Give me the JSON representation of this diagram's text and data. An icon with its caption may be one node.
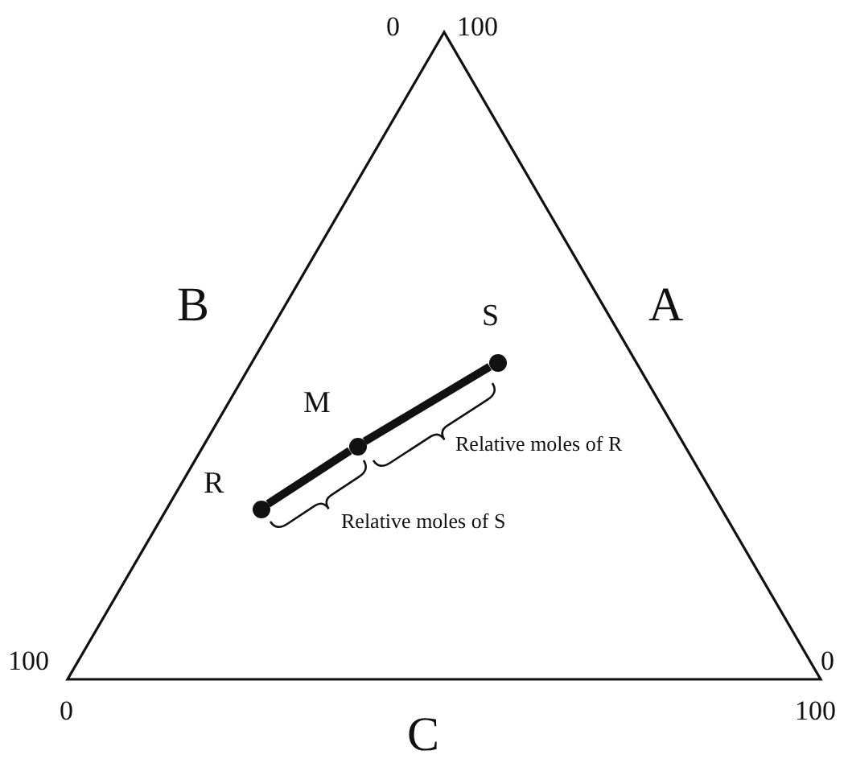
{
  "diagram": {
    "nodes": [
      {
        "text": [],
        "shape": "circle",
        "beside": [
          "R"
        ]
      },
      {
        "text": [],
        "shape": "circle",
        "beside": [
          "M"
        ]
      },
      {
        "text": [],
        "shape": "circle",
        "beside": [
          "S"
        ]
      }
    ],
    "edges": [
      {
        "from": 0,
        "to": 1,
        "arrow": "none"
      },
      {
        "from": 1,
        "to": 2,
        "arrow": "none"
      }
    ],
    "labels": [
      "0",
      "100",
      "B",
      "A",
      "Relative moles of R",
      "Relative moles of S",
      "100",
      "0",
      "0",
      "C",
      "100"
    ]
  }
}
